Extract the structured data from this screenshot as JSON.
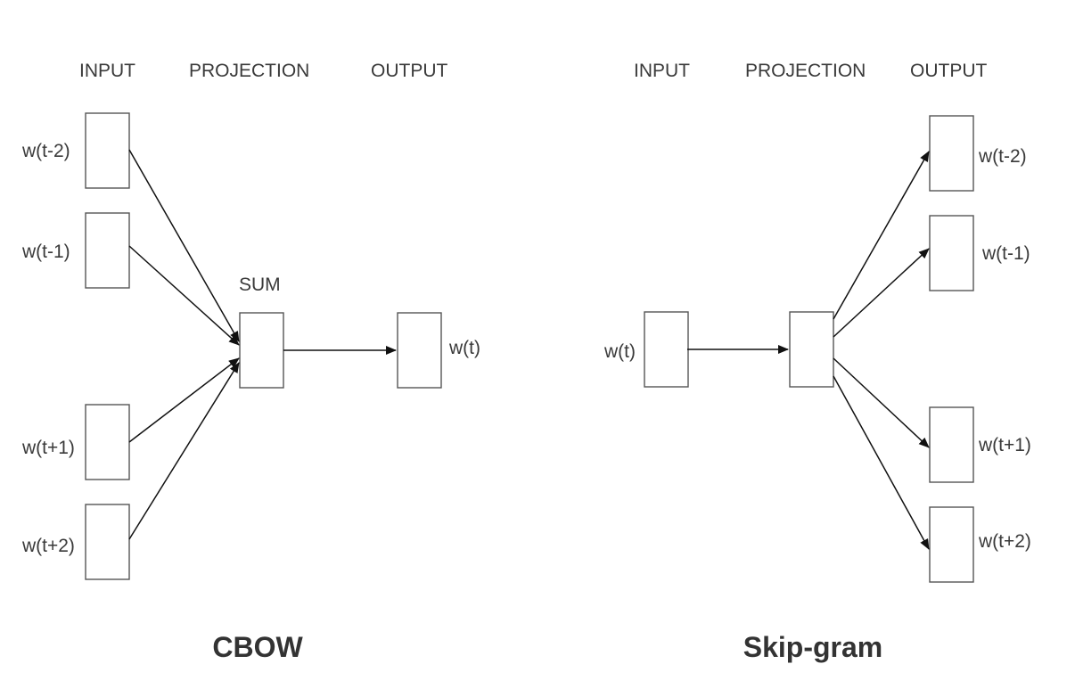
{
  "cbow": {
    "title": "CBOW",
    "headers": {
      "input": "INPUT",
      "projection": "PROJECTION",
      "output": "OUTPUT"
    },
    "sum_label": "SUM",
    "inputs": [
      "w(t-2)",
      "w(t-1)",
      "w(t+1)",
      "w(t+2)"
    ],
    "output": "w(t)"
  },
  "skipgram": {
    "title": "Skip-gram",
    "headers": {
      "input": "INPUT",
      "projection": "PROJECTION",
      "output": "OUTPUT"
    },
    "input": "w(t)",
    "outputs": [
      "w(t-2)",
      "w(t-1)",
      "w(t+1)",
      "w(t+2)"
    ]
  },
  "colors": {
    "box_stroke": "#555555",
    "arrow": "#111111",
    "text": "#3a3a3a"
  }
}
